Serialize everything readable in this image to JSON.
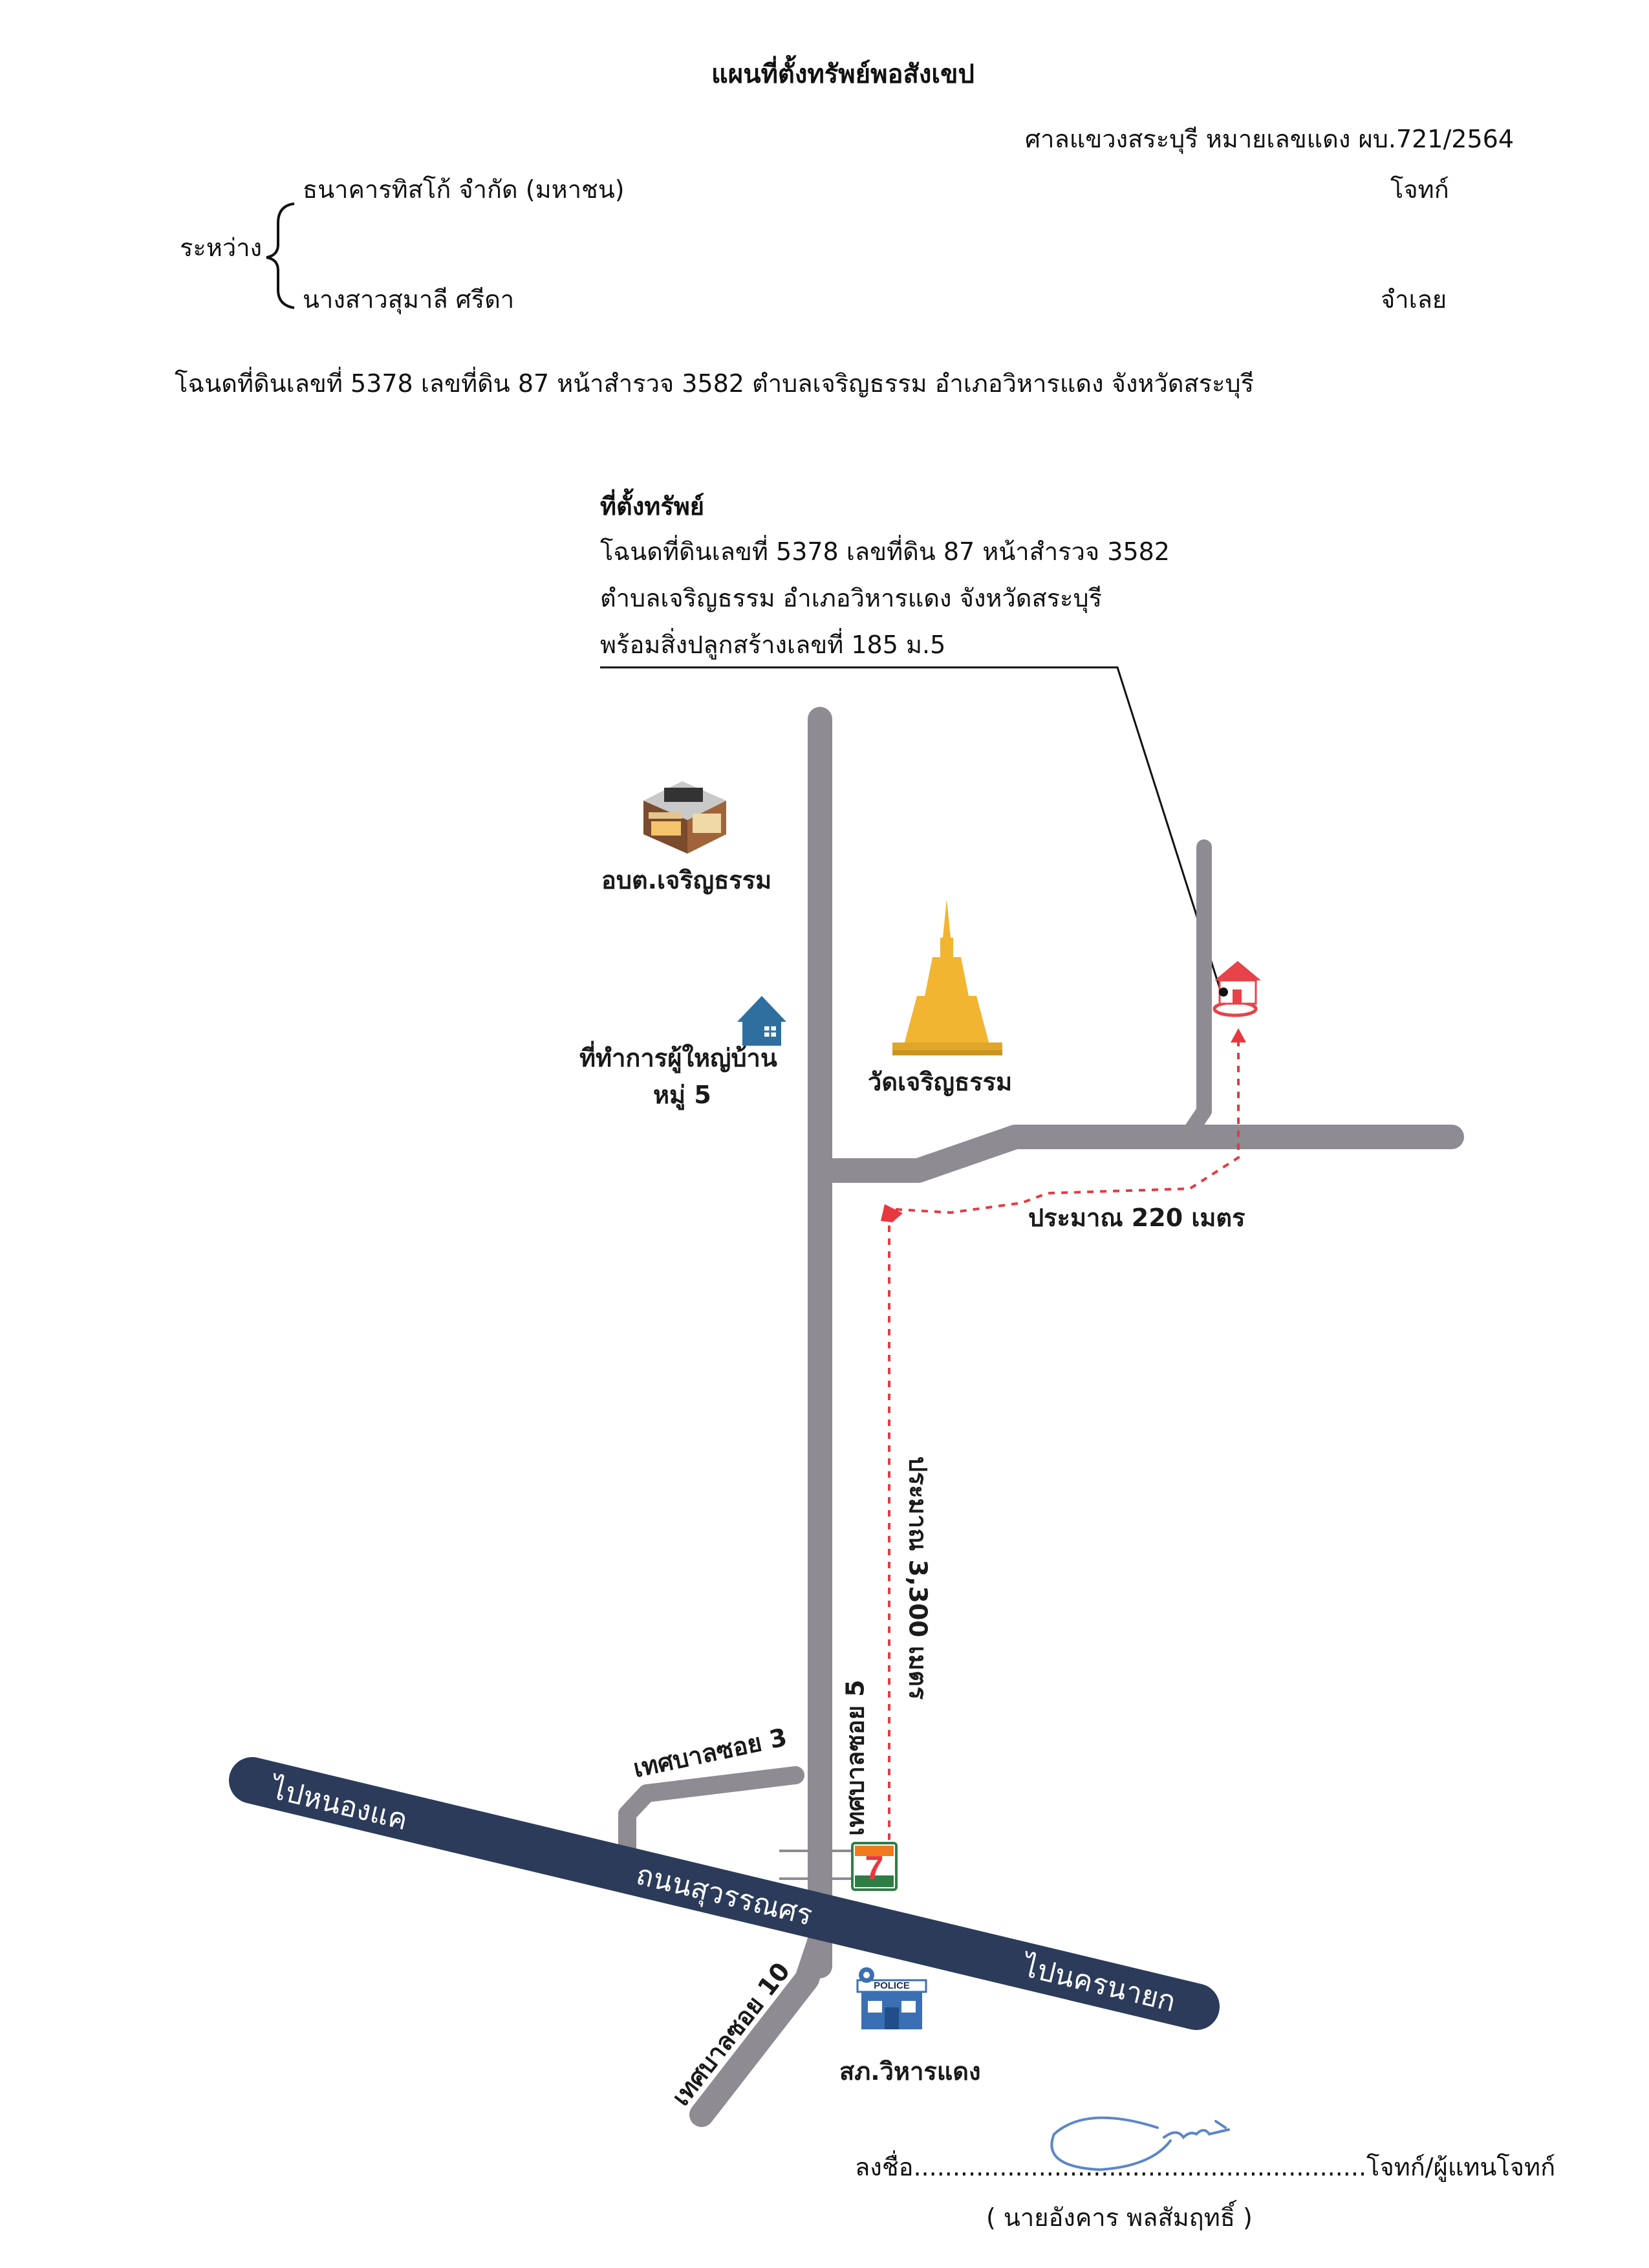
{
  "header": {
    "title": "แผนที่ตั้งทรัพย์พอสังเขป",
    "court_case": "ศาลแขวงสระบุรี  หมายเลขแดง ผบ.721/2564",
    "between_label": "ระหว่าง",
    "plaintiff_name": "ธนาคารทิสโก้ จำกัด (มหาชน)",
    "plaintiff_role": "โจทก์",
    "defendant_name": "นางสาวสุมาลี ศรีดา",
    "defendant_role": "จำเลย",
    "deed_line": "โฉนดที่ดินเลขที่ 5378 เลขที่ดิน 87 หน้าสำรวจ 3582 ตำบลเจริญธรรม อำเภอวิหารแดง จังหวัดสระบุรี"
  },
  "property_box": {
    "heading": "ที่ตั้งทรัพย์",
    "line1": "โฉนดที่ดินเลขที่ 5378 เลขที่ดิน 87 หน้าสำรวจ 3582",
    "line2": "ตำบลเจริญธรรม อำเภอวิหารแดง จังหวัดสระบุรี",
    "line3": "พร้อมสิ่งปลูกสร้างเลขที่ 185 ม.5"
  },
  "landmarks": {
    "tambon_office": "อบต.เจริญธรรม",
    "headman_office_line1": "ที่ทำการผู้ใหญ่บ้าน",
    "headman_office_line2": "หมู่ 5",
    "temple": "วัดเจริญธรรม",
    "police_station": "สภ.วิหารแดง",
    "police_sign": "POLICE"
  },
  "distances": {
    "short_route": "ประมาณ 220 เมตร",
    "long_route": "ประมาณ 3,300 เมตร"
  },
  "roads": {
    "main_road": "ถนนสุวรรณศร",
    "to_nong_khae": "ไปหนองแค",
    "to_nakhon_nayok": "ไปนครนายก",
    "soi_3": "เทศบาลซอย 3",
    "soi_5": "เทศบาลซอย 5",
    "soi_10": "เทศบาลซอย 10"
  },
  "signature": {
    "line": "ลงชื่อ..........................................................โจทก์/ผู้แทนโจทก์",
    "name": "( นายอังคาร พลสัมฤทธิ์ )"
  },
  "colors": {
    "side_road": "#8e8b92",
    "main_road": "#2c3b5a",
    "route": "#e8383f",
    "temple": "#f2b532",
    "house_roof": "#e8424a",
    "police": "#3a6fb3",
    "headman_roof": "#2f6f9f"
  },
  "icons": [
    "building-icon",
    "house-icon",
    "pagoda-icon",
    "home-marker-icon",
    "seven-eleven-icon",
    "police-station-icon",
    "signature-icon"
  ]
}
